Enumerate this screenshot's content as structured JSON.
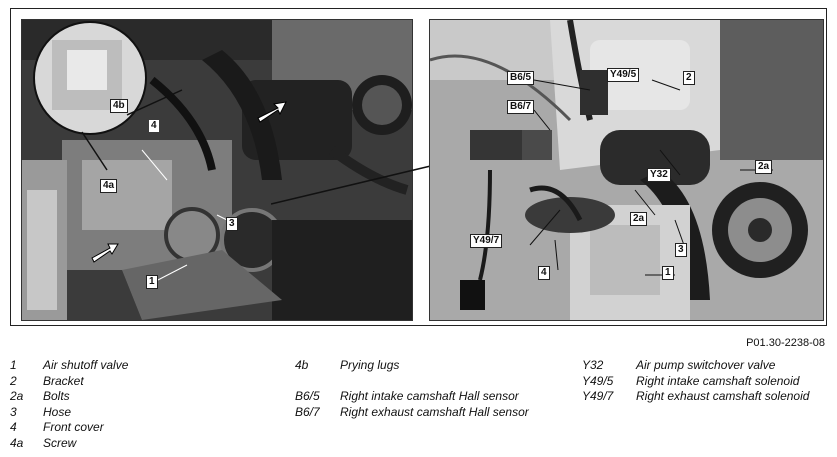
{
  "figure": {
    "id": "P01.30-2238-08",
    "callouts_left": [
      "4b",
      "4",
      "4a",
      "3",
      "1"
    ],
    "callouts_right": [
      "B6/5",
      "Y49/5",
      "2",
      "B6/7",
      "Y32",
      "2a",
      "2a",
      "Y49/7",
      "3",
      "4",
      "1"
    ]
  },
  "legend": {
    "col1": [
      {
        "code": "1",
        "text": "Air shutoff valve"
      },
      {
        "code": "2",
        "text": "Bracket"
      },
      {
        "code": "2a",
        "text": "Bolts"
      },
      {
        "code": "3",
        "text": "Hose"
      },
      {
        "code": "4",
        "text": "Front cover"
      },
      {
        "code": "4a",
        "text": "Screw"
      }
    ],
    "col2": [
      {
        "code": "4b",
        "text": "Prying lugs"
      },
      {
        "code": "",
        "text": ""
      },
      {
        "code": "B6/5",
        "text": "Right intake camshaft Hall sensor"
      },
      {
        "code": "B6/7",
        "text": "Right exhaust camshaft Hall sensor"
      }
    ],
    "col3": [
      {
        "code": "Y32",
        "text": "Air pump switchover valve"
      },
      {
        "code": "Y49/5",
        "text": "Right intake camshaft solenoid"
      },
      {
        "code": "Y49/7",
        "text": "Right exhaust camshaft solenoid"
      }
    ]
  }
}
